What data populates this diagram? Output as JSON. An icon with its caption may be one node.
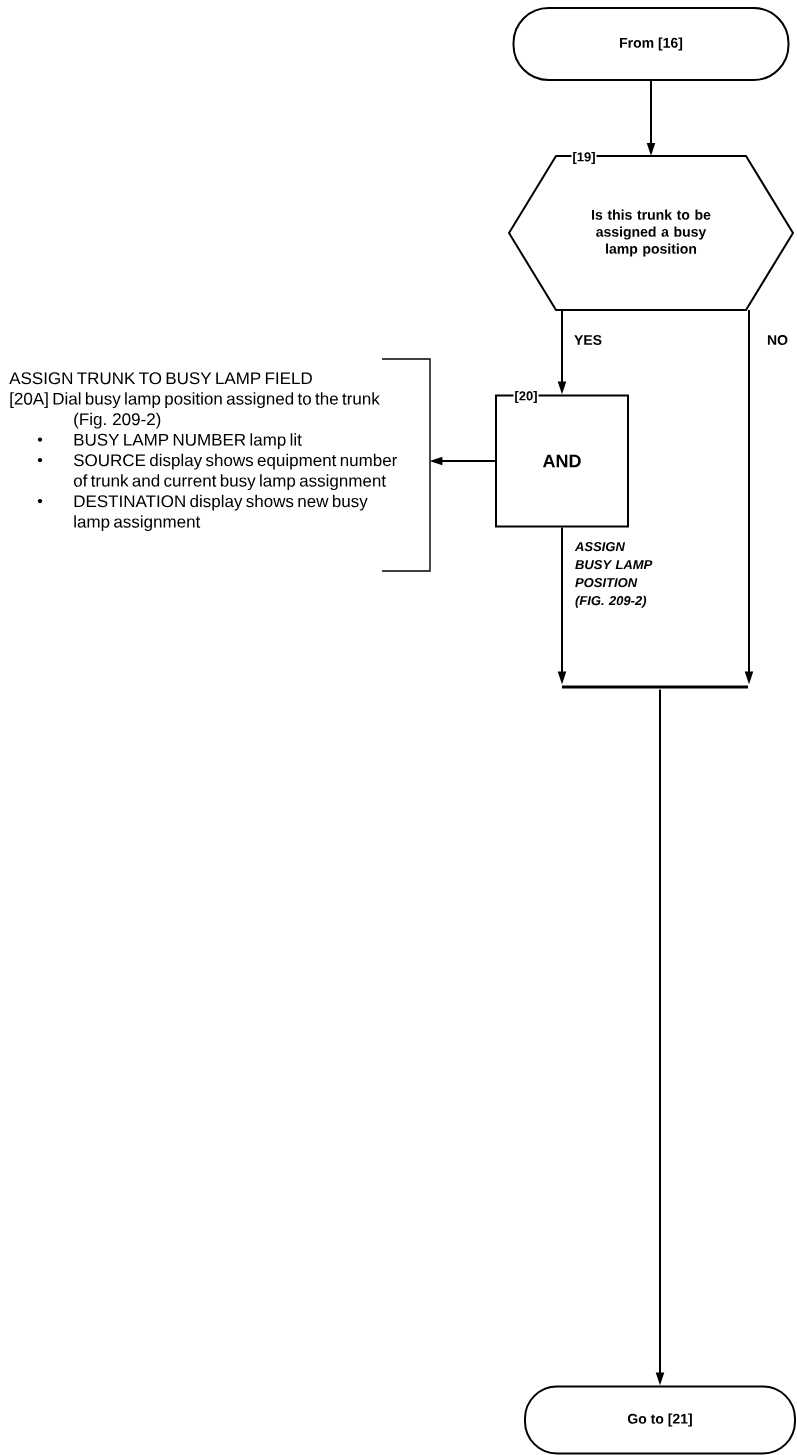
{
  "diagram": {
    "nodes": [
      {
        "text": [
          "From [16]"
        ]
      },
      {
        "text": [
          "[19]",
          "Is this trunk to be assigned a busy lamp position"
        ]
      },
      {
        "text": [
          "[20]",
          "AND"
        ]
      },
      {
        "text": [
          "ASSIGN TRUNK TO BUSY LAMP FIELD",
          "[20A] Dial busy lamp position assigned to the trunk (Fig. 209-2)",
          "BUSY LAMP NUMBER lamp lit",
          "SOURCE display shows equipment number of trunk and current busy lamp assignment",
          "DESTINATION display shows new busy lamp assignment"
        ]
      },
      {
        "text": [],
        "shape": "bar"
      },
      {
        "text": [
          "Go to [21]"
        ]
      }
    ],
    "edges": [
      {
        "from": 0,
        "to": 1,
        "arrow": "to"
      },
      {
        "from": 1,
        "to": 2,
        "arrow": "to",
        "label": "YES"
      },
      {
        "from": 2,
        "to": 3,
        "arrow": "to"
      },
      {
        "from": 2,
        "to": 4,
        "arrow": "to",
        "label": "ASSIGN BUSY LAMP POSITION (FIG. 209-2)"
      },
      {
        "from": 1,
        "to": 4,
        "arrow": "to",
        "label": "NO"
      },
      {
        "from": 4,
        "to": 5,
        "arrow": "to"
      }
    ]
  }
}
